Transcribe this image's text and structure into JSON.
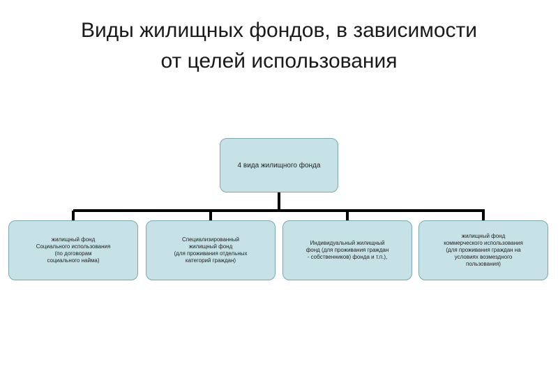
{
  "title": {
    "line1": "Виды жилищных фондов, в зависимости",
    "line2": "от целей использования"
  },
  "root": {
    "label": "4 вида жилищного фонда"
  },
  "children": [
    {
      "lines": [
        "жилищный фонд",
        "Социального использования",
        "(по договорам",
        "социального найма)"
      ]
    },
    {
      "lines": [
        "Специализированный",
        "жилищный фонд",
        "(для проживания отдельных",
        "категорий граждан)"
      ]
    },
    {
      "lines": [
        "Индивидуальный жилищный",
        "фонд (для проживания граждан",
        "- собственников) фонда и т.п.),"
      ]
    },
    {
      "lines": [
        "жилищный фонд",
        "коммерческого использования",
        "(для проживания граждан на",
        "условиях возмездного",
        "пользования)"
      ]
    }
  ],
  "colors": {
    "box_fill": "#c6e2e6",
    "box_border": "#7aa8b0",
    "connector": "#000000"
  }
}
